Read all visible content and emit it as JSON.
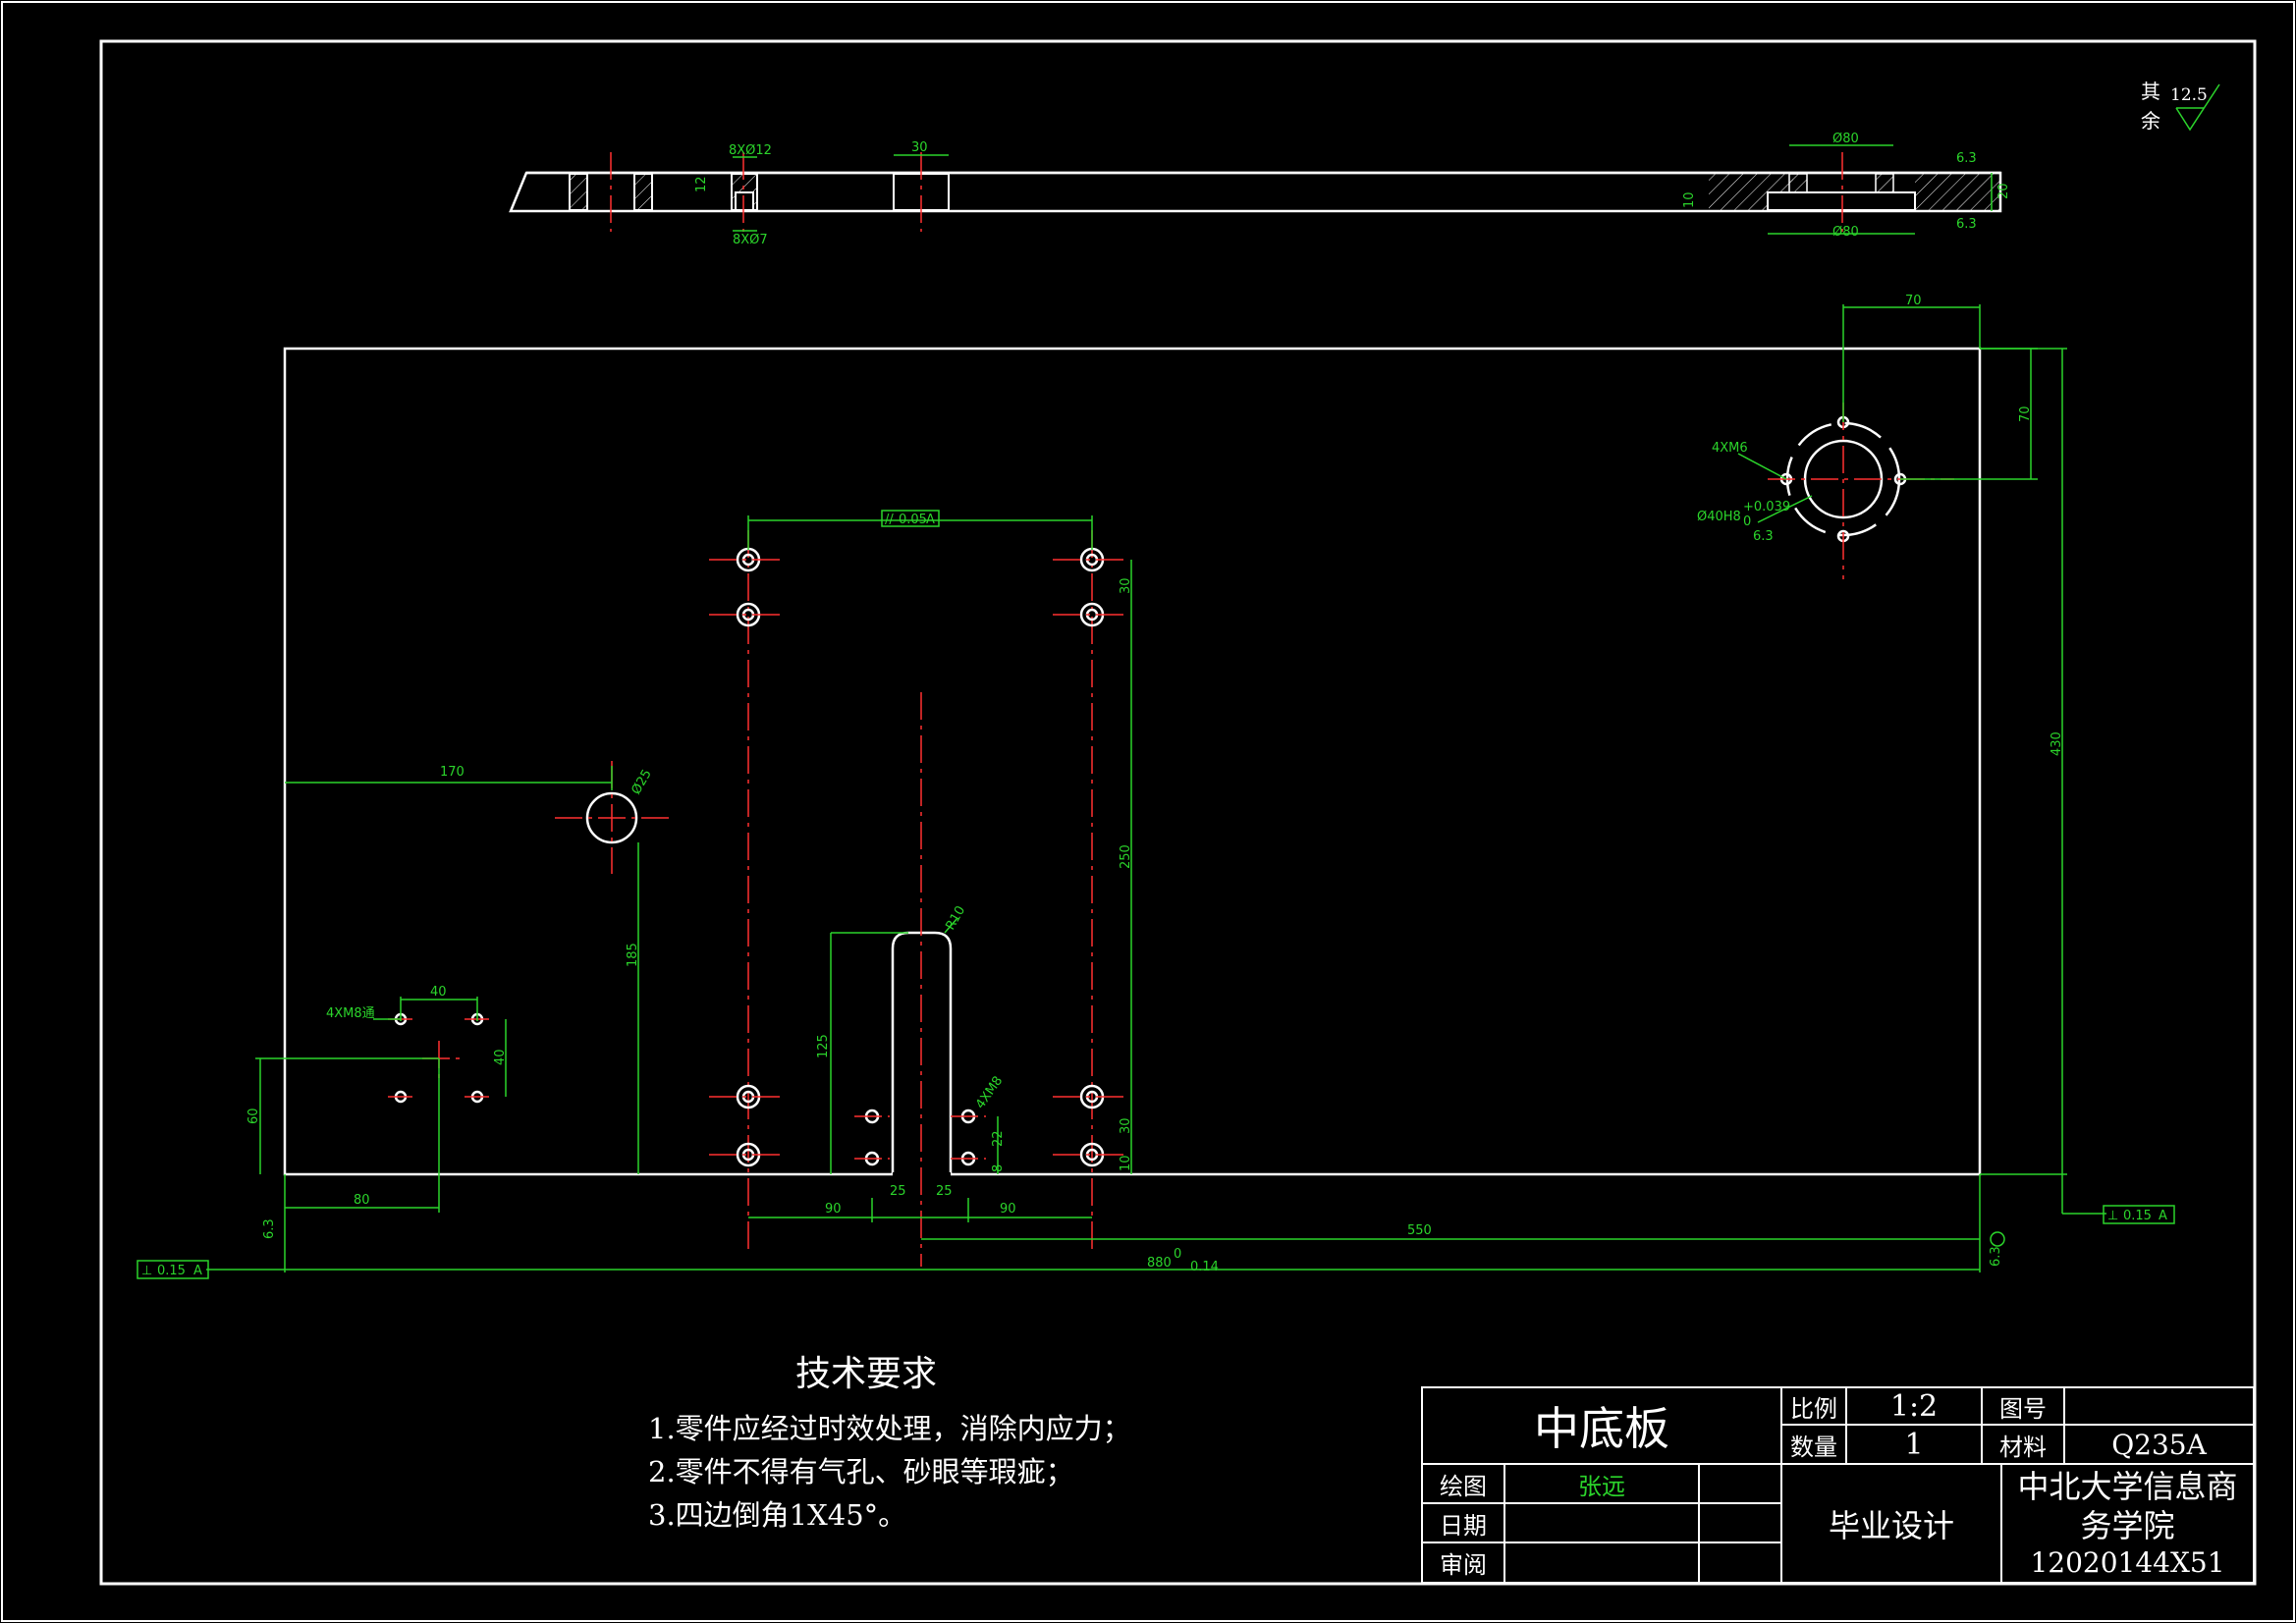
{
  "part_name": "中底板",
  "tech_requirements": {
    "title": "技术要求",
    "items": [
      "1.零件应经过时效处理，消除内应力；",
      "2.零件不得有气孔、砂眼等瑕疵；",
      "3.四边倒角1X45°。"
    ]
  },
  "title_block": {
    "scale_label": "比例",
    "scale_value": "1:2",
    "drawing_no_label": "图号",
    "drawing_no_value": "",
    "quantity_label": "数量",
    "quantity_value": "1",
    "material_label": "材料",
    "material_value": "Q235A",
    "drawn_label": "绘图",
    "drawn_value": "张远",
    "date_label": "日期",
    "review_label": "审阅",
    "project": "毕业设计",
    "school_line1": "中北大学信息商",
    "school_line2": "务学院",
    "student_id": "12020144X51"
  },
  "roughness_note": {
    "prefix_line1": "其",
    "prefix_line2": "余",
    "value": "12.5"
  },
  "dimensions": {
    "top_view": [
      "8XØ12",
      "12",
      "8XØ7",
      "30",
      "Ø80",
      "Ø80",
      "10",
      "20",
      "6.3",
      "6.3"
    ],
    "plate": {
      "d170": "170",
      "hole_dia": "Ø25",
      "d185": "185",
      "d70_top": "70",
      "d70_side": "70",
      "d430": "430",
      "d30_upper": "30",
      "d250": "250",
      "d30_lower": "30",
      "d10": "10",
      "d22": "22",
      "d8": "8",
      "d125": "125",
      "r10": "R10",
      "d40_top": "40",
      "d40_side": "40",
      "d60": "60",
      "d80": "80",
      "d90_left": "90",
      "d25_left": "25",
      "d25_right": "25",
      "d90_right": "90",
      "d550": "550",
      "d880": "880",
      "d880_tol": "0.14",
      "d880_sup": "0",
      "thread_4xm6_right": "4XM6",
      "bore": "Ø40H8",
      "bore_tol_upper": "+0.039",
      "bore_tol_lower": "0",
      "bore_rough": "6.3",
      "thread_4xm8_left": "4XM8通",
      "thread_4xm8_slot": "4XM8",
      "parallel": "//",
      "parallel_val": "0.05",
      "datum": "A",
      "perp_left": "⊥",
      "perp_left_val": "0.15",
      "perp_right": "⊥",
      "perp_right_val": "0.15",
      "rough_left": "6.3",
      "rough_right": "6.3"
    }
  }
}
